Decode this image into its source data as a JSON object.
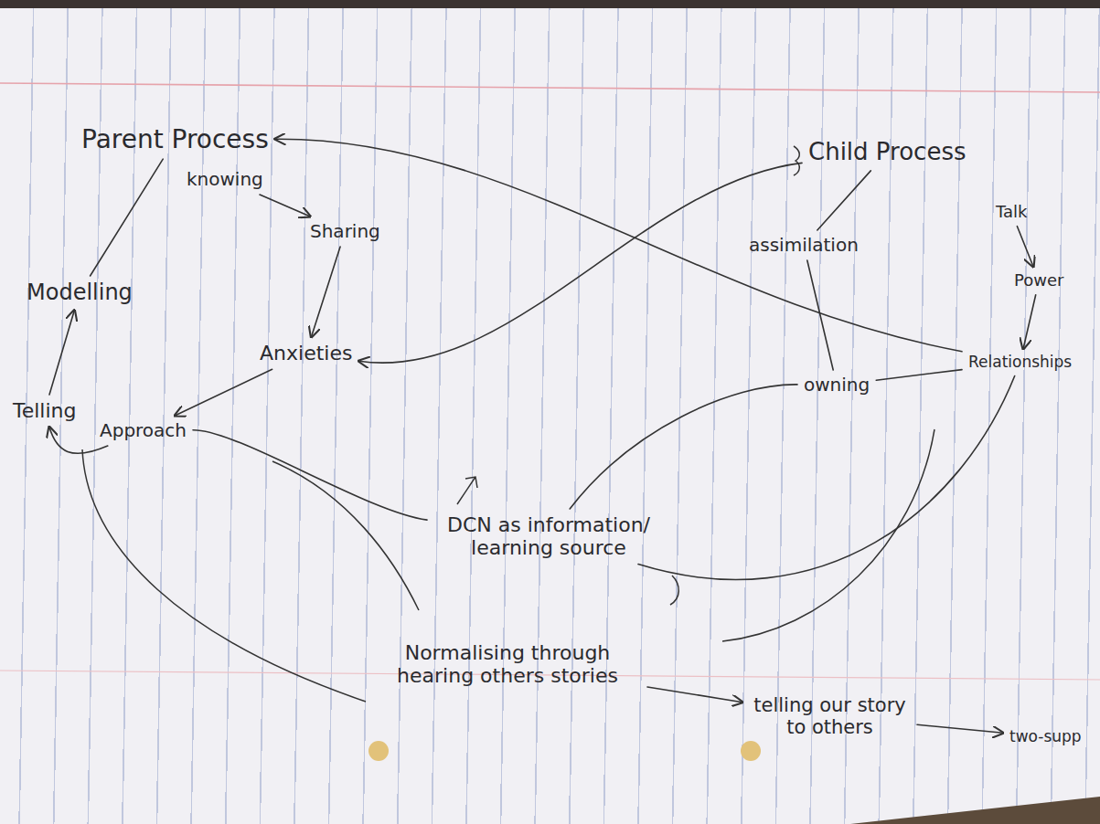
{
  "diagram": {
    "nodes": [
      {
        "text": [
          "Parent Process"
        ]
      },
      {
        "text": [
          "knowing"
        ]
      },
      {
        "text": [
          "Sharing"
        ]
      },
      {
        "text": [
          "Anxieties"
        ]
      },
      {
        "text": [
          "Approach"
        ]
      },
      {
        "text": [
          "Telling"
        ]
      },
      {
        "text": [
          "Modelling"
        ]
      },
      {
        "text": [
          "Child Process"
        ]
      },
      {
        "text": [
          "assimilation"
        ]
      },
      {
        "text": [
          "owning"
        ]
      },
      {
        "text": [
          "Talk"
        ]
      },
      {
        "text": [
          "Power"
        ]
      },
      {
        "text": [
          "Relationships"
        ]
      },
      {
        "text": [
          "DCN as information/ learning source"
        ]
      },
      {
        "text": [
          "Normalising through hearing others stories"
        ]
      },
      {
        "text": [
          "telling our story to others"
        ]
      },
      {
        "text": [
          "two-supp"
        ]
      }
    ],
    "edges": [
      {
        "from": 1,
        "to": 2,
        "arrow": "to"
      },
      {
        "from": 2,
        "to": 3,
        "arrow": "to"
      },
      {
        "from": 3,
        "to": 4,
        "arrow": "to"
      },
      {
        "from": 4,
        "to": 5,
        "arrow": "to"
      },
      {
        "from": 5,
        "to": 6,
        "arrow": "to"
      },
      {
        "from": 6,
        "to": 0,
        "arrow": "none"
      },
      {
        "from": 7,
        "to": 8,
        "arrow": "none"
      },
      {
        "from": 8,
        "to": 9,
        "arrow": "none"
      },
      {
        "from": 9,
        "to": 12,
        "arrow": "none"
      },
      {
        "from": 10,
        "to": 11,
        "arrow": "to"
      },
      {
        "from": 11,
        "to": 12,
        "arrow": "to"
      },
      {
        "from": 12,
        "to": 0,
        "arrow": "to"
      },
      {
        "from": 7,
        "to": 3,
        "arrow": "to"
      },
      {
        "from": 13,
        "to": 4,
        "arrow": "none"
      },
      {
        "from": 13,
        "to": 9,
        "arrow": "none"
      },
      {
        "from": 13,
        "to": 12,
        "arrow": "none"
      },
      {
        "from": 14,
        "to": 15,
        "arrow": "to"
      },
      {
        "from": 15,
        "to": 16,
        "arrow": "to"
      }
    ]
  }
}
